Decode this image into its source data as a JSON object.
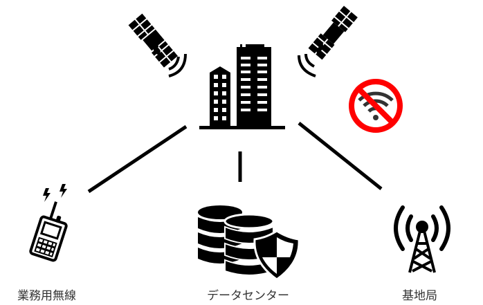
{
  "diagram": {
    "center": {
      "name": "building",
      "icon": "building-icon"
    },
    "satellites": [
      {
        "name": "satellite-left",
        "icon": "satellite-icon"
      },
      {
        "name": "satellite-right",
        "icon": "satellite-icon"
      }
    ],
    "status": {
      "icon": "no-wifi-icon",
      "color": "#ff0000"
    },
    "nodes": [
      {
        "label": "業務用無線",
        "icon": "walkie-talkie-icon"
      },
      {
        "label": "データセンター",
        "icon": "database-shield-icon"
      },
      {
        "label": "基地局",
        "icon": "radio-tower-icon"
      }
    ],
    "colors": {
      "line": "#000000",
      "label": "#333333",
      "prohibit": "#ff0000",
      "wifi": "#333333"
    }
  }
}
